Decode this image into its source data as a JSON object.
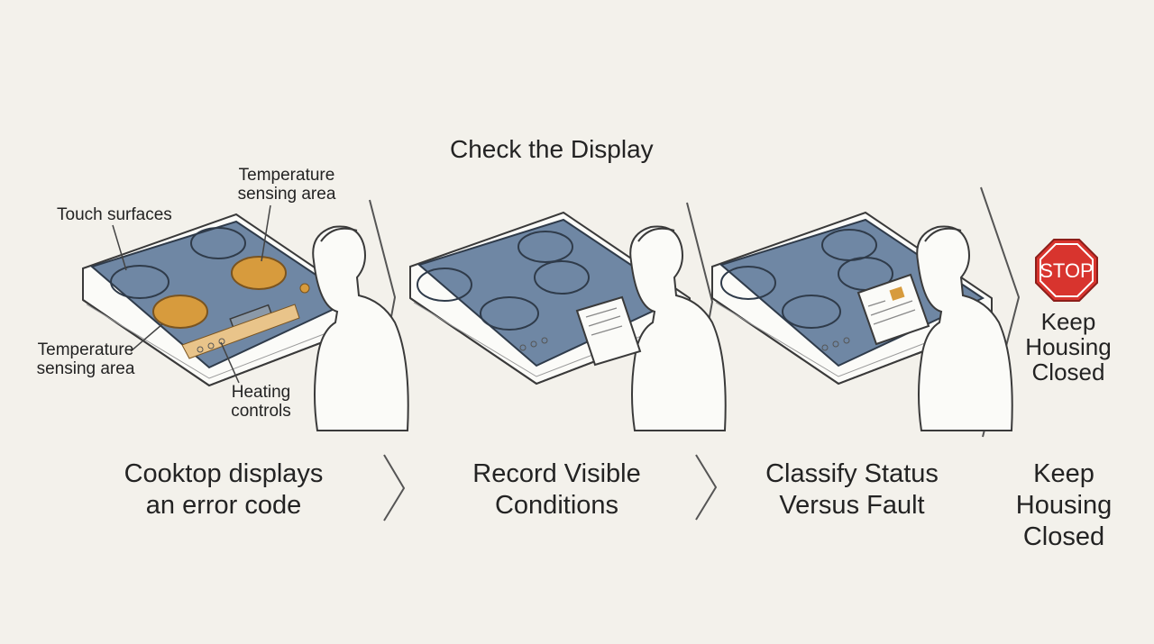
{
  "title": "Check the Display",
  "panels": [
    {
      "callouts": {
        "touch_surfaces": "Touch surfaces",
        "temp_sensing_top": "Temperature sensing area",
        "temp_sensing_left": "Temperature sensing area",
        "heating_controls": "Heating controls"
      },
      "caption": "Cooktop displays an error code"
    },
    {
      "caption": "Record Visible Conditions"
    },
    {
      "caption": "Classify Status Versus Fault"
    },
    {
      "stop_sign_text": "STOP",
      "stop_caption": "Keep Housing Closed",
      "caption": "Keep Housing Closed"
    }
  ],
  "colors": {
    "background": "#f3f1eb",
    "cooktop_glass": "#6f87a4",
    "highlight_zone": "#d79b3d",
    "stop_red": "#d8342e",
    "line": "#3a3a3a"
  },
  "icons": [
    "cooktop",
    "person",
    "clipboard",
    "tablet",
    "stop-sign",
    "chevron"
  ]
}
